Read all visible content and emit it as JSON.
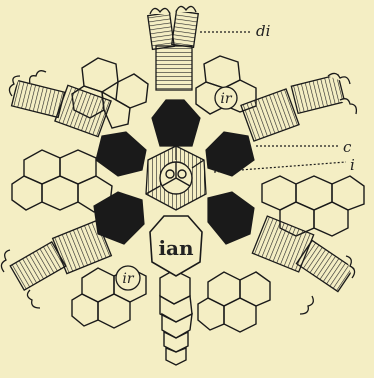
{
  "labels": {
    "top_right": "di",
    "right_upper": "c",
    "right_lower": "i",
    "center": "ian",
    "plate_upper_right": "ir",
    "plate_lower_left": "ir"
  },
  "colors": {
    "background": "#f4eec4",
    "ink": "#1a1a1a",
    "plate_fill": "#f4eec4"
  }
}
